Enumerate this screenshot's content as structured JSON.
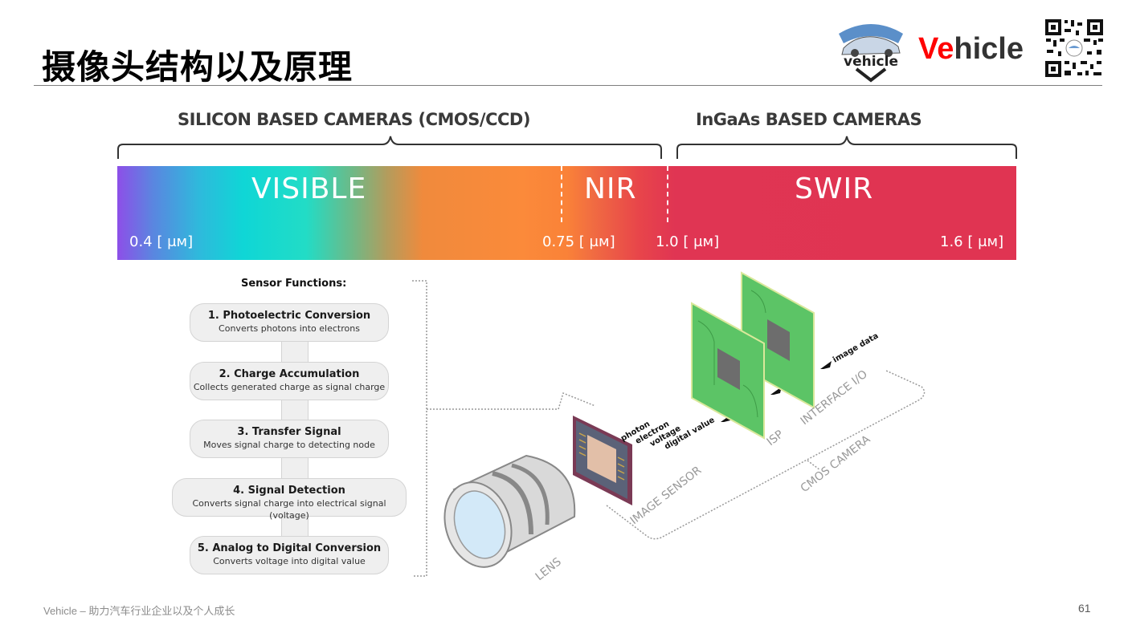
{
  "header": {
    "title": "摄像头结构以及原理",
    "brand_prefix": "Ve",
    "brand_suffix": "hicle",
    "logo_text": "vehicle"
  },
  "spectrum": {
    "silicon_label": "SILICON BASED CAMERAS (CMOS/CCD)",
    "ingaas_label": "InGaAs BASED CAMERAS",
    "bands": [
      {
        "label": "VISIBLE"
      },
      {
        "label": "NIR"
      },
      {
        "label": "SWIR"
      }
    ],
    "wavelengths": [
      {
        "label": "0.4 [ μм]",
        "value_um": 0.4
      },
      {
        "label": "0.75 [ μм]",
        "value_um": 0.75
      },
      {
        "label": "1.0 [ μм]",
        "value_um": 1.0
      },
      {
        "label": "1.6 [ μм]",
        "value_um": 1.6
      }
    ],
    "colors": {
      "visible_start": "#8d4fe8",
      "cyan": "#0fd6d6",
      "orange": "#fb8a3a",
      "swir": "#e03452"
    }
  },
  "sensor_functions": {
    "title": "Sensor Functions:",
    "steps": [
      {
        "heading": "1. Photoelectric Conversion",
        "desc": "Converts photons into electrons"
      },
      {
        "heading": "2. Charge Accumulation",
        "desc": "Collects generated charge as signal charge"
      },
      {
        "heading": "3. Transfer Signal",
        "desc": "Moves signal charge to detecting node"
      },
      {
        "heading": "4. Signal Detection",
        "desc": "Converts signal charge into electrical signal (voltage)"
      },
      {
        "heading": "5. Analog to Digital Conversion",
        "desc": "Converts voltage into digital value"
      }
    ]
  },
  "camera_diagram": {
    "signal_chain": [
      "photon",
      "electron",
      "voltage",
      "digital value"
    ],
    "output_label": "image data",
    "labels": {
      "lens": "LENS",
      "image_sensor": "IMAGE SENSOR",
      "isp": "ISP",
      "interface": "INTERFACE I/O",
      "cmos_camera": "CMOS CAMERA"
    }
  },
  "footer": {
    "text": "Vehicle – 助力汽车行业企业以及个人成长",
    "page_number": "61"
  }
}
